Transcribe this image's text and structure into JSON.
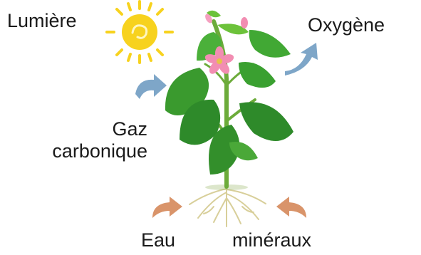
{
  "labels": {
    "light": "Lumière",
    "oxygen": "Oxygène",
    "co2_line1": "Gaz",
    "co2_line2": "carbonique",
    "water": "Eau",
    "minerals": "minéraux"
  },
  "colors": {
    "sun": "#f7d21e",
    "blue_arrow": "#7ea6c8",
    "orange_arrow": "#d9946a",
    "leaf_dark": "#2e8a2a",
    "leaf_light": "#6cc23a",
    "flower": "#f28db2",
    "roots": "#d8cf9a"
  }
}
